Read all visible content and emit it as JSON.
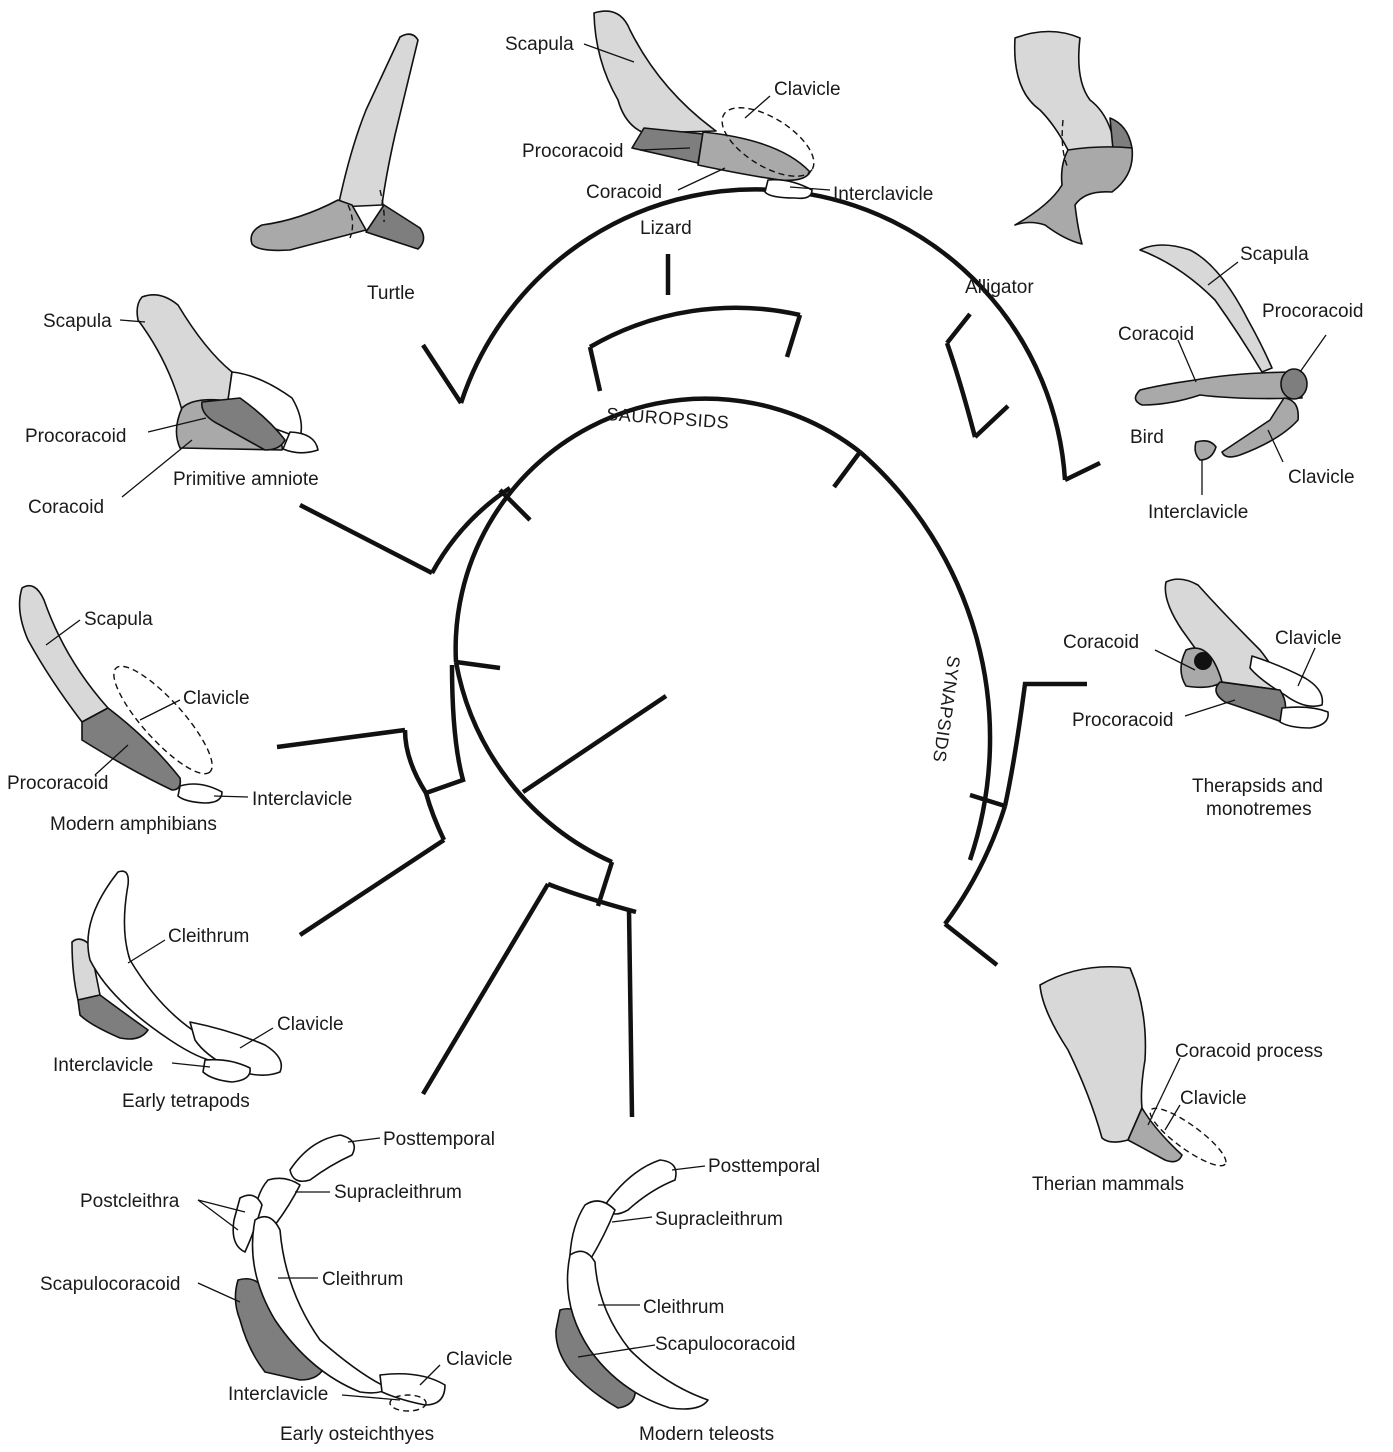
{
  "clades": {
    "sauropsids": "SAUROPSIDS",
    "synapsids": "SYNAPSIDS"
  },
  "taxa": {
    "turtle": "Turtle",
    "lizard": "Lizard",
    "alligator": "Alligator",
    "bird": "Bird",
    "primitive_amniote": "Primitive amniote",
    "therapsids_line1": "Therapsids and",
    "therapsids_line2": "monotremes",
    "modern_amphibians": "Modern amphibians",
    "early_tetrapods": "Early tetrapods",
    "therian_mammals": "Therian mammals",
    "early_osteichthyes": "Early osteichthyes",
    "modern_teleosts": "Modern teleosts"
  },
  "labels": {
    "lizard": {
      "scapula": "Scapula",
      "clavicle": "Clavicle",
      "procoracoid": "Procoracoid",
      "coracoid": "Coracoid",
      "interclavicle": "Interclavicle"
    },
    "bird": {
      "scapula": "Scapula",
      "coracoid": "Coracoid",
      "procoracoid": "Procoracoid",
      "clavicle": "Clavicle",
      "interclavicle": "Interclavicle"
    },
    "primitive_amniote": {
      "scapula": "Scapula",
      "procoracoid": "Procoracoid",
      "coracoid": "Coracoid"
    },
    "therapsid": {
      "coracoid": "Coracoid",
      "clavicle": "Clavicle",
      "procoracoid": "Procoracoid"
    },
    "amphibian": {
      "scapula": "Scapula",
      "clavicle": "Clavicle",
      "procoracoid": "Procoracoid",
      "interclavicle": "Interclavicle"
    },
    "tetrapod": {
      "cleithrum": "Cleithrum",
      "clavicle": "Clavicle",
      "interclavicle": "Interclavicle"
    },
    "therian": {
      "coracoid_process": "Coracoid process",
      "clavicle": "Clavicle"
    },
    "osteichthyes": {
      "posttemporal": "Posttemporal",
      "postcleithra": "Postcleithra",
      "supracleithrum": "Supracleithrum",
      "scapulocoracoid": "Scapulocoracoid",
      "cleithrum": "Cleithrum",
      "clavicle": "Clavicle",
      "interclavicle": "Interclavicle"
    },
    "teleost": {
      "posttemporal": "Posttemporal",
      "supracleithrum": "Supracleithrum",
      "cleithrum": "Cleithrum",
      "scapulocoracoid": "Scapulocoracoid"
    }
  },
  "colors": {
    "scapula": "#d8d8d8",
    "coracoid": "#a9a9a9",
    "procoracoid": "#7e7e7e",
    "dermal": "#ffffff"
  }
}
